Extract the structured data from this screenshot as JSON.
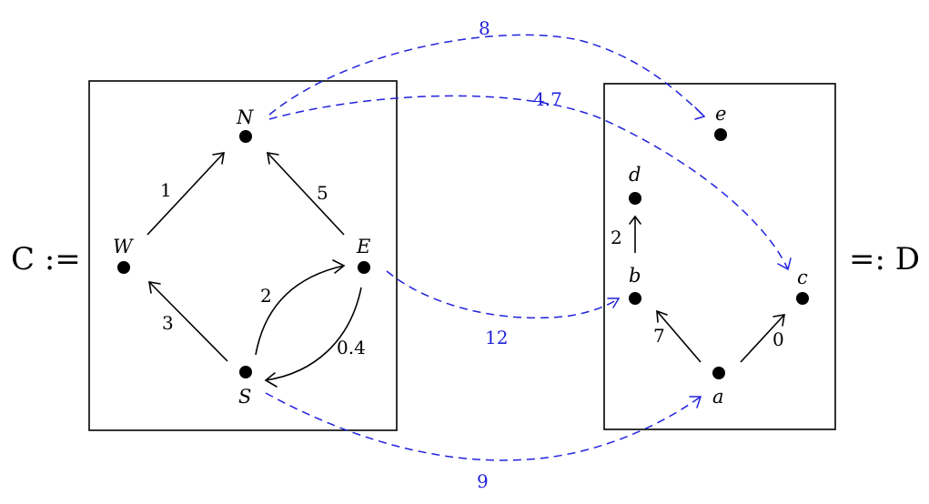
{
  "left_caption": "C :=",
  "right_caption": "=: D",
  "category_C": {
    "nodes": {
      "N": "N",
      "W": "W",
      "E": "E",
      "S": "S"
    },
    "edges": [
      {
        "from": "W",
        "to": "N",
        "weight": "1"
      },
      {
        "from": "E",
        "to": "N",
        "weight": "5"
      },
      {
        "from": "S",
        "to": "W",
        "weight": "3"
      },
      {
        "from": "S",
        "to": "E",
        "weight": "2"
      },
      {
        "from": "E",
        "to": "S",
        "weight": "0.4"
      }
    ]
  },
  "category_D": {
    "nodes": {
      "a": "a",
      "b": "b",
      "c": "c",
      "d": "d",
      "e": "e"
    },
    "edges": [
      {
        "from": "b",
        "to": "d",
        "weight": "2"
      },
      {
        "from": "a",
        "to": "b",
        "weight": "7"
      },
      {
        "from": "a",
        "to": "c",
        "weight": "0"
      }
    ]
  },
  "mappings": [
    {
      "from": "N",
      "to": "e",
      "weight": "8"
    },
    {
      "from": "N",
      "to": "c",
      "weight": "4.7"
    },
    {
      "from": "E",
      "to": "b",
      "weight": "12"
    },
    {
      "from": "S",
      "to": "a",
      "weight": "9"
    }
  ],
  "colors": {
    "mapping": "#2222dd",
    "edge": "#000000"
  }
}
